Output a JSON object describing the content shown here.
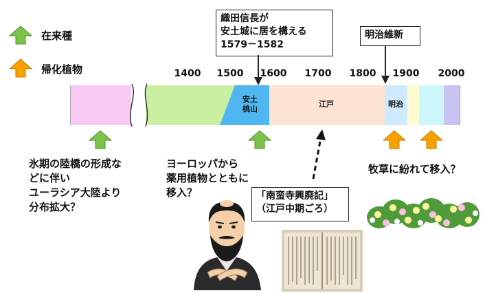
{
  "legend": {
    "native_label": "在来種",
    "naturalized_label": "帰化植物",
    "native_color": "#7cc24a",
    "naturalized_color": "#f5a200"
  },
  "timeline": {
    "years": [
      "1400",
      "1500",
      "1600",
      "1700",
      "1800",
      "1900",
      "2000"
    ],
    "periods": {
      "azuchi": "安土\n桃山",
      "edo": "江戸",
      "meiji": "明治"
    },
    "colors": {
      "prehistory": "#f9c8f3",
      "medieval": "#c8f0a0",
      "azuchi": "#4fb6f0",
      "edo": "#fde3d2",
      "meiji": "#cdeaff",
      "taisho": "#fffbd0",
      "showa": "#ccf6fb",
      "heisei": "#c8c4f2"
    }
  },
  "callouts": {
    "oda": "織田信長が\n安土城に居を構える\n1579－1582",
    "meiji": "明治維新",
    "book": "「南蛮寺興廃記」\n（江戸中期ごろ）"
  },
  "notes": {
    "glacial": "氷期の陸橋の形成な\nどに伴い\nユーラシア大陸より\n分布拡大？",
    "europe": "ヨーロッパから\n薬用植物とともに\n移入？",
    "pasture": "牧草に紛れて移入？"
  }
}
